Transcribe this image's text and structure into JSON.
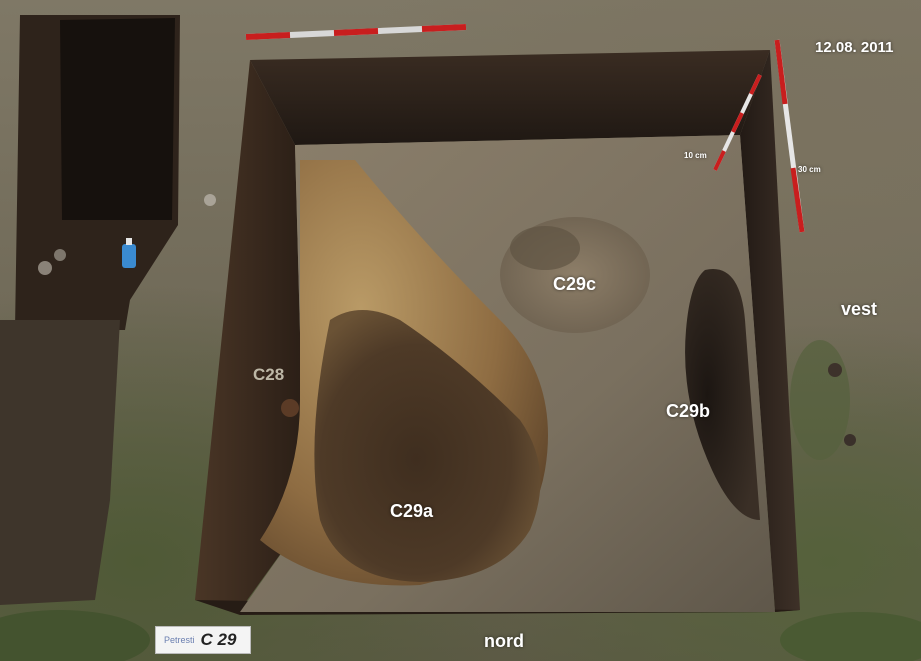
{
  "photo": {
    "date": "12.08. 2011",
    "features": {
      "c29c": "C29c",
      "c29b": "C29b",
      "c29a": "C29a",
      "c28": "C28"
    },
    "directions": {
      "west": "vest",
      "north": "nord"
    },
    "scales": {
      "short": "10 cm",
      "long": "30 cm"
    },
    "tag": {
      "site": "Petresti",
      "code": "C 29"
    }
  }
}
